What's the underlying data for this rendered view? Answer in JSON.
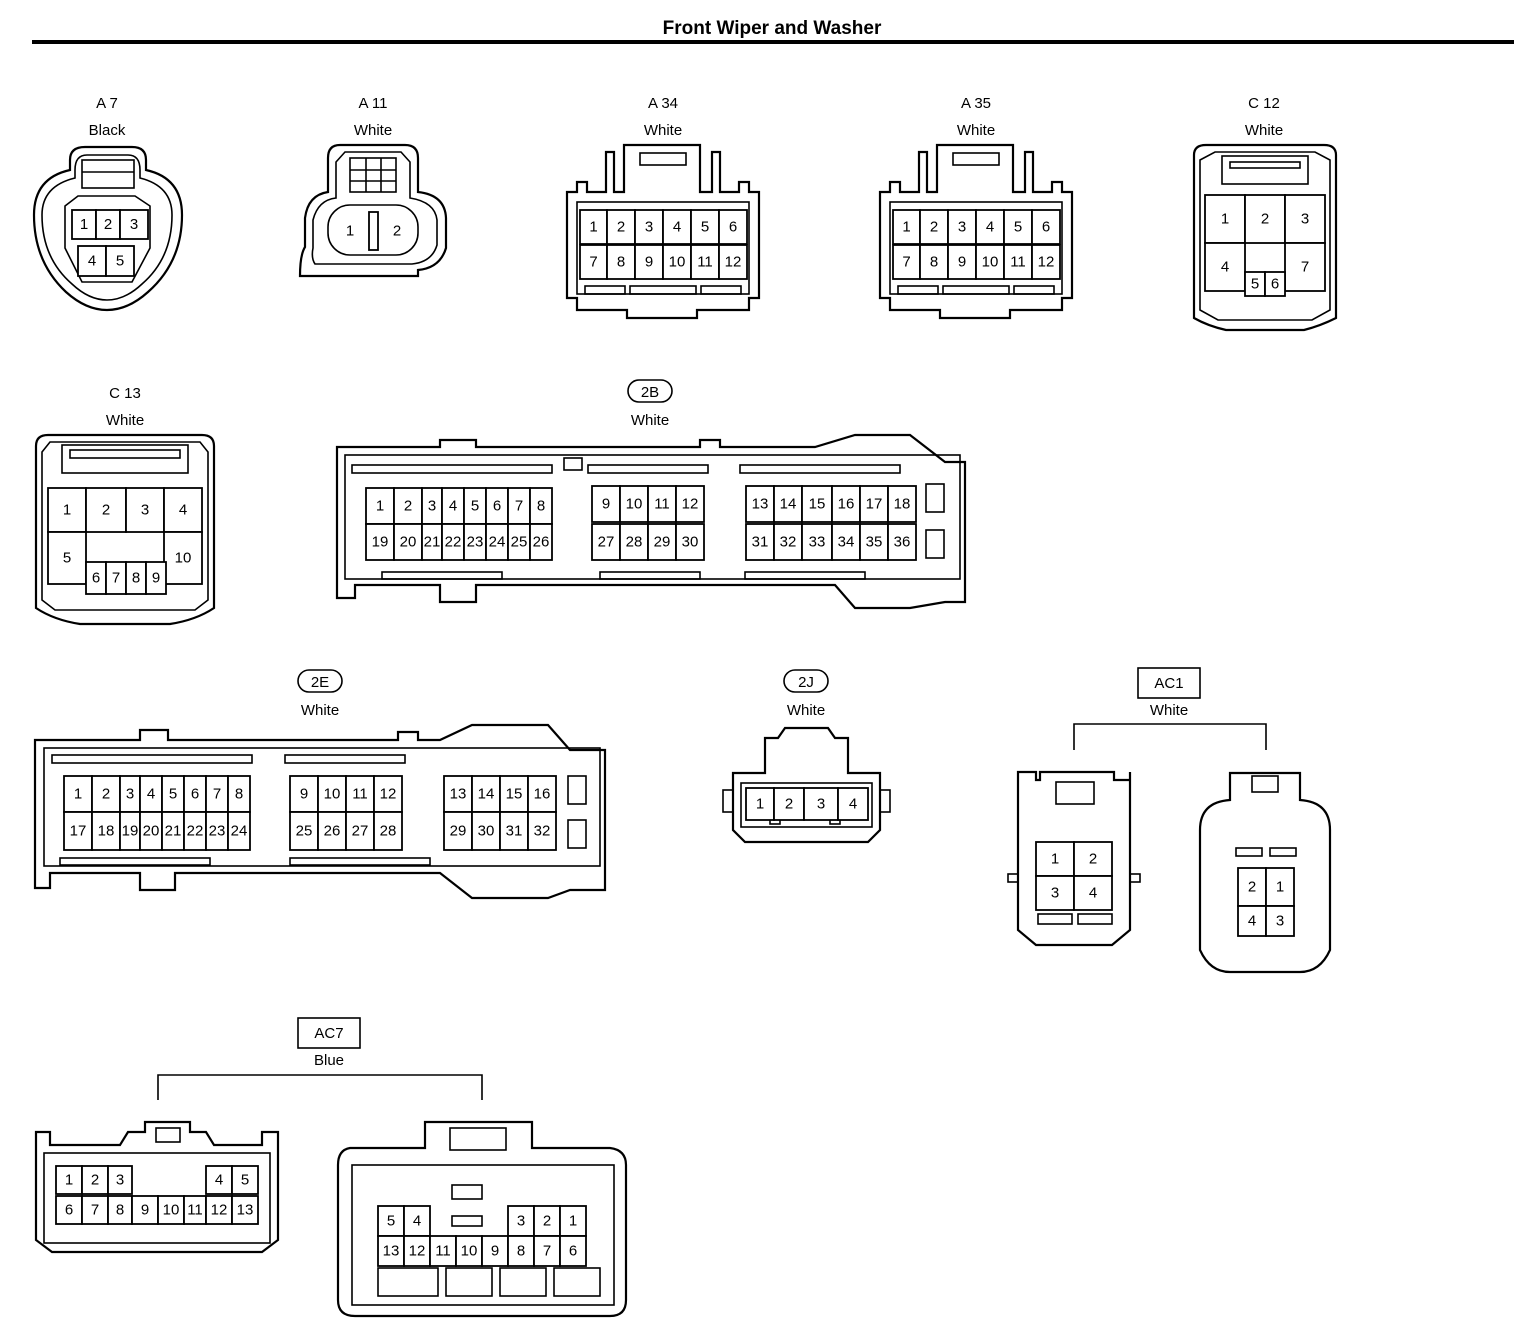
{
  "title": "Front Wiper and Washer",
  "connectors": {
    "a7": {
      "code": "A 7",
      "color": "Black"
    },
    "a11": {
      "code": "A 11",
      "color": "White"
    },
    "a34": {
      "code": "A 34",
      "color": "White"
    },
    "a35": {
      "code": "A 35",
      "color": "White"
    },
    "c12": {
      "code": "C 12",
      "color": "White"
    },
    "c13": {
      "code": "C 13",
      "color": "White"
    },
    "j2b": {
      "code": "2B",
      "color": "White"
    },
    "j2e": {
      "code": "2E",
      "color": "White"
    },
    "j2j": {
      "code": "2J",
      "color": "White"
    },
    "ac1": {
      "code": "AC1",
      "color": "White"
    },
    "ac7": {
      "code": "AC7",
      "color": "Blue"
    }
  },
  "pins": {
    "a7": [
      "1",
      "2",
      "3",
      "4",
      "5"
    ],
    "a11": [
      "1",
      "2"
    ],
    "a34": [
      "1",
      "2",
      "3",
      "4",
      "5",
      "6",
      "7",
      "8",
      "9",
      "10",
      "11",
      "12"
    ],
    "a35": [
      "1",
      "2",
      "3",
      "4",
      "5",
      "6",
      "7",
      "8",
      "9",
      "10",
      "11",
      "12"
    ],
    "c12": [
      "1",
      "2",
      "3",
      "4",
      "7",
      "5",
      "6"
    ],
    "c13": [
      "1",
      "2",
      "3",
      "4",
      "5",
      "10",
      "6",
      "7",
      "8",
      "9"
    ],
    "j2b": [
      "1",
      "2",
      "3",
      "4",
      "5",
      "6",
      "7",
      "8",
      "19",
      "20",
      "21",
      "22",
      "23",
      "24",
      "25",
      "26",
      "9",
      "10",
      "11",
      "12",
      "27",
      "28",
      "29",
      "30",
      "13",
      "14",
      "15",
      "16",
      "17",
      "18",
      "31",
      "32",
      "33",
      "34",
      "35",
      "36"
    ],
    "j2e": [
      "1",
      "2",
      "3",
      "4",
      "5",
      "6",
      "7",
      "8",
      "17",
      "18",
      "19",
      "20",
      "21",
      "22",
      "23",
      "24",
      "9",
      "10",
      "11",
      "12",
      "25",
      "26",
      "27",
      "28",
      "13",
      "14",
      "15",
      "16",
      "29",
      "30",
      "31",
      "32"
    ],
    "j2j": [
      "1",
      "2",
      "3",
      "4"
    ],
    "ac1m": [
      "1",
      "2",
      "3",
      "4"
    ],
    "ac1f": [
      "2",
      "1",
      "4",
      "3"
    ],
    "ac7m": [
      "1",
      "2",
      "3",
      "4",
      "5",
      "6",
      "7",
      "8",
      "9",
      "10",
      "11",
      "12",
      "13"
    ],
    "ac7f": [
      "5",
      "4",
      "3",
      "2",
      "1",
      "13",
      "12",
      "11",
      "10",
      "9",
      "8",
      "7",
      "6"
    ]
  }
}
